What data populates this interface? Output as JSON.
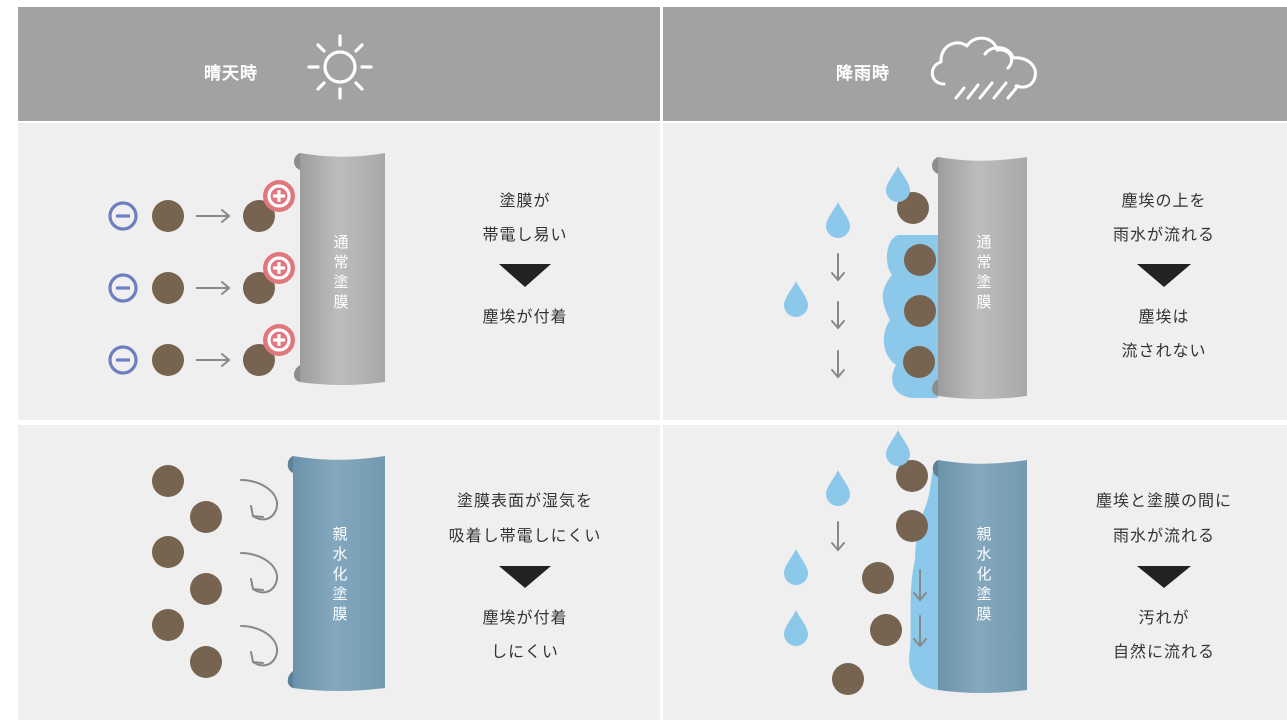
{
  "header": {
    "sunny_label": "晴天時",
    "rainy_label": "降雨時"
  },
  "panels": {
    "sunny_normal": {
      "caption1": "塗膜が",
      "caption2": "帯電し易い",
      "result": "塵埃が付着",
      "film_label": [
        "通",
        "常",
        "塗",
        "膜"
      ]
    },
    "rainy_normal": {
      "caption1": "塵埃の上を",
      "caption2": "雨水が流れる",
      "result1": "塵埃は",
      "result2": "流されない",
      "film_label": [
        "通",
        "常",
        "塗",
        "膜"
      ]
    },
    "sunny_hydrophilic": {
      "caption1": "塗膜表面が湿気を",
      "caption2": "吸着し帯電しにくい",
      "result1": "塵埃が付着",
      "result2": "しにくい",
      "film_label": [
        "親",
        "水",
        "化",
        "塗",
        "膜"
      ]
    },
    "rainy_hydrophilic": {
      "caption1": "塵埃と塗膜の間に",
      "caption2": "雨水が流れる",
      "result1": "汚れが",
      "result2": "自然に流れる",
      "film_label": [
        "親",
        "水",
        "化",
        "塗",
        "膜"
      ]
    }
  },
  "icons": {
    "sunny": "sun-icon",
    "rainy": "rain-cloud-icon",
    "negative": "minus-circle-icon",
    "positive": "plus-circle-icon"
  },
  "colors": {
    "header_bg": "#a1a2a1",
    "panel_bg": "#efefef",
    "dust": "#776450",
    "negative": "#6f7ec0",
    "positive": "#e0777c",
    "normal_film": "#b0b0b0",
    "hydrophilic_film": "#7ca0b6",
    "water": "#8cc8ea",
    "result_arrow": "#222222"
  }
}
